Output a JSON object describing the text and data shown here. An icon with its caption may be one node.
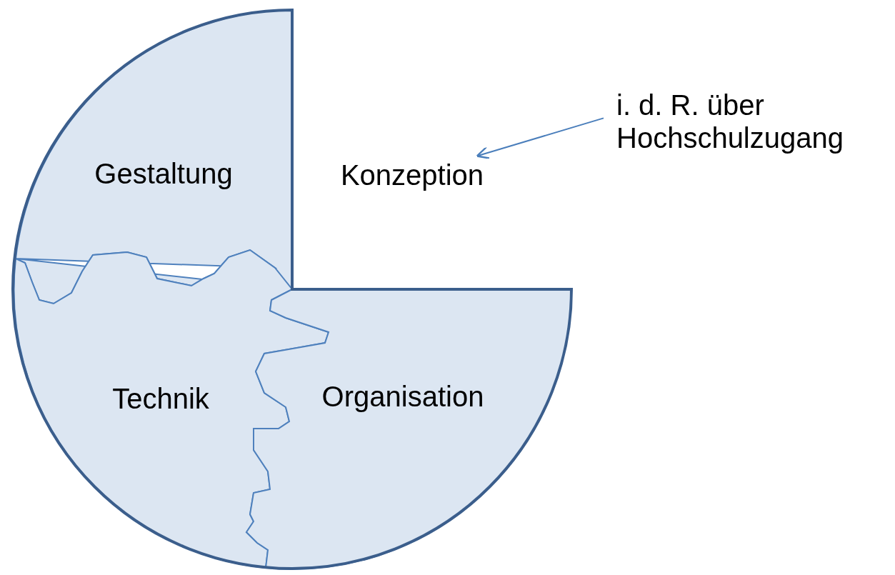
{
  "diagram": {
    "nodes": [
      {
        "text": [
          "Gestaltung"
        ]
      },
      {
        "text": [
          "Technik"
        ]
      },
      {
        "text": [
          "Organisation"
        ]
      },
      {
        "text": [
          "Konzeption"
        ]
      },
      {
        "text": [
          "i. d. R. über Hochschulzugang"
        ]
      }
    ],
    "edges": [
      {
        "from": 4,
        "to": 3,
        "arrow": "to"
      }
    ]
  }
}
